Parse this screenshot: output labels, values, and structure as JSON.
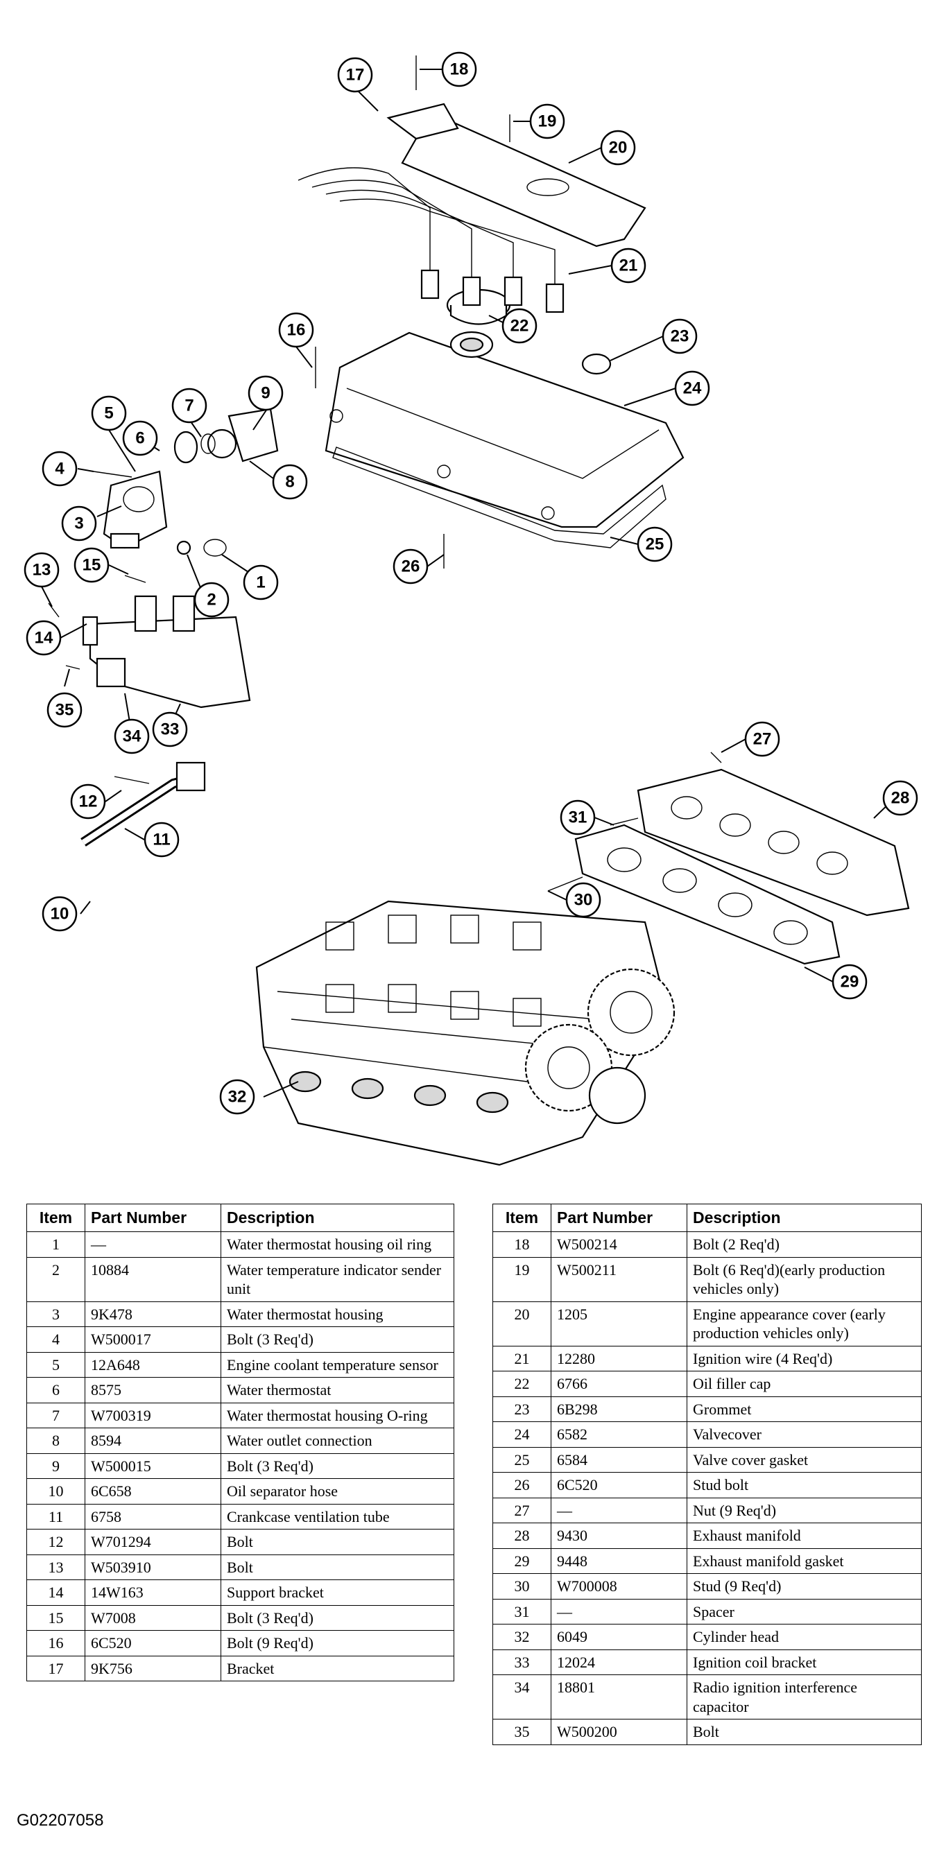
{
  "figure_code": "G02207058",
  "callouts": [
    "1",
    "2",
    "3",
    "4",
    "5",
    "6",
    "7",
    "8",
    "9",
    "10",
    "11",
    "12",
    "13",
    "14",
    "15",
    "16",
    "17",
    "18",
    "19",
    "20",
    "21",
    "22",
    "23",
    "24",
    "25",
    "26",
    "27",
    "28",
    "29",
    "30",
    "31",
    "32",
    "33",
    "34",
    "35"
  ],
  "table": {
    "headers": {
      "item": "Item",
      "part_number": "Part Number",
      "description": "Description"
    },
    "left": [
      {
        "item": "1",
        "part": "—",
        "desc": "Water thermostat housing oil ring"
      },
      {
        "item": "2",
        "part": "10884",
        "desc": "Water temperature indicator sender unit"
      },
      {
        "item": "3",
        "part": "9K478",
        "desc": "Water thermostat housing"
      },
      {
        "item": "4",
        "part": "W500017",
        "desc": "Bolt (3 Req'd)"
      },
      {
        "item": "5",
        "part": "12A648",
        "desc": "Engine coolant temperature sensor"
      },
      {
        "item": "6",
        "part": "8575",
        "desc": "Water thermostat"
      },
      {
        "item": "7",
        "part": "W700319",
        "desc": "Water thermostat housing O-ring"
      },
      {
        "item": "8",
        "part": "8594",
        "desc": "Water outlet connection"
      },
      {
        "item": "9",
        "part": "W500015",
        "desc": "Bolt (3 Req'd)"
      },
      {
        "item": "10",
        "part": "6C658",
        "desc": "Oil separator hose"
      },
      {
        "item": "11",
        "part": "6758",
        "desc": "Crankcase ventilation tube"
      },
      {
        "item": "12",
        "part": "W701294",
        "desc": "Bolt"
      },
      {
        "item": "13",
        "part": "W503910",
        "desc": "Bolt"
      },
      {
        "item": "14",
        "part": "14W163",
        "desc": "Support bracket"
      },
      {
        "item": "15",
        "part": "W7008",
        "desc": "Bolt (3 Req'd)"
      },
      {
        "item": "16",
        "part": "6C520",
        "desc": "Bolt (9 Req'd)"
      },
      {
        "item": "17",
        "part": "9K756",
        "desc": "Bracket"
      }
    ],
    "right": [
      {
        "item": "18",
        "part": "W500214",
        "desc": "Bolt (2 Req'd)"
      },
      {
        "item": "19",
        "part": "W500211",
        "desc": "Bolt (6 Req'd)(early production vehicles only)"
      },
      {
        "item": "20",
        "part": "1205",
        "desc": "Engine appearance cover (early production vehicles only)"
      },
      {
        "item": "21",
        "part": "12280",
        "desc": "Ignition wire (4 Req'd)"
      },
      {
        "item": "22",
        "part": "6766",
        "desc": "Oil filler cap"
      },
      {
        "item": "23",
        "part": "6B298",
        "desc": "Grommet"
      },
      {
        "item": "24",
        "part": "6582",
        "desc": "Valvecover"
      },
      {
        "item": "25",
        "part": "6584",
        "desc": "Valve cover gasket"
      },
      {
        "item": "26",
        "part": "6C520",
        "desc": "Stud bolt"
      },
      {
        "item": "27",
        "part": "—",
        "desc": "Nut (9 Req'd)"
      },
      {
        "item": "28",
        "part": "9430",
        "desc": "Exhaust manifold"
      },
      {
        "item": "29",
        "part": "9448",
        "desc": "Exhaust manifold gasket"
      },
      {
        "item": "30",
        "part": "W700008",
        "desc": "Stud (9 Req'd)"
      },
      {
        "item": "31",
        "part": "—",
        "desc": "Spacer"
      },
      {
        "item": "32",
        "part": "6049",
        "desc": "Cylinder head"
      },
      {
        "item": "33",
        "part": "12024",
        "desc": "Ignition coil bracket"
      },
      {
        "item": "34",
        "part": "18801",
        "desc": "Radio ignition interference capacitor"
      },
      {
        "item": "35",
        "part": "W500200",
        "desc": "Bolt"
      }
    ]
  }
}
